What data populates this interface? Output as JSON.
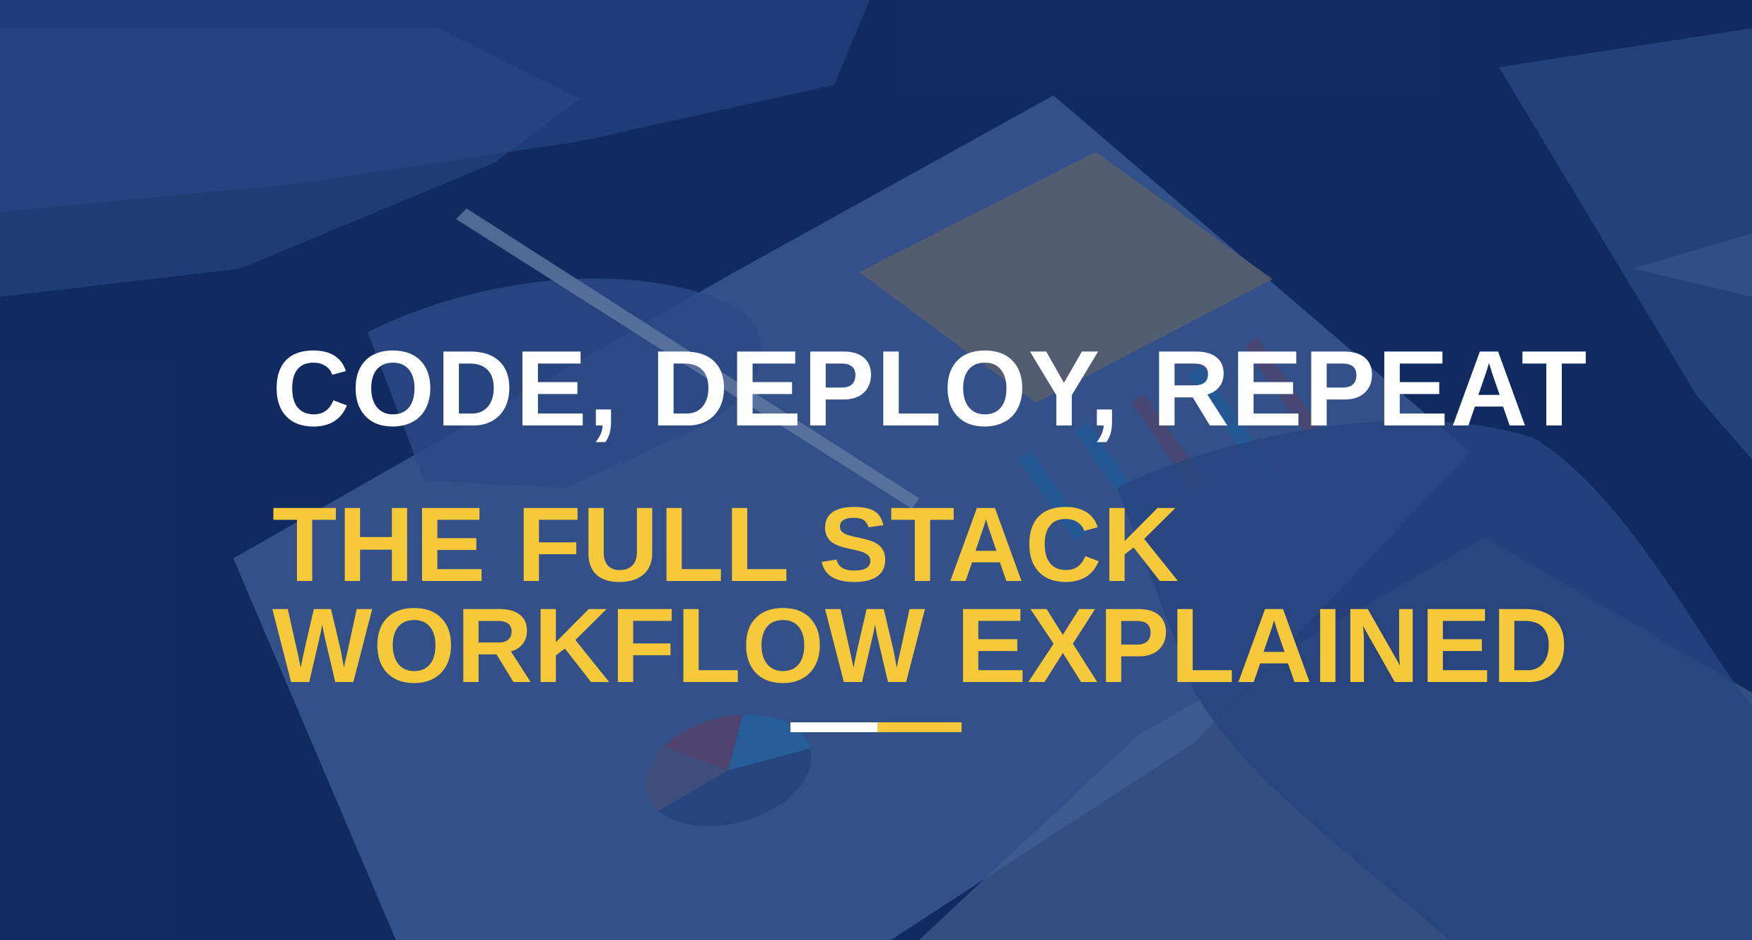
{
  "headline": {
    "line1": "CODE, DEPLOY, REPEAT",
    "line2": "THE FULL STACK",
    "line3": "WORKFLOW EXPLAINED"
  },
  "colors": {
    "background": "#15306a",
    "title": "#ffffff",
    "accent": "#f5c93a"
  },
  "background_image": {
    "icon": "business-meeting-photo"
  }
}
